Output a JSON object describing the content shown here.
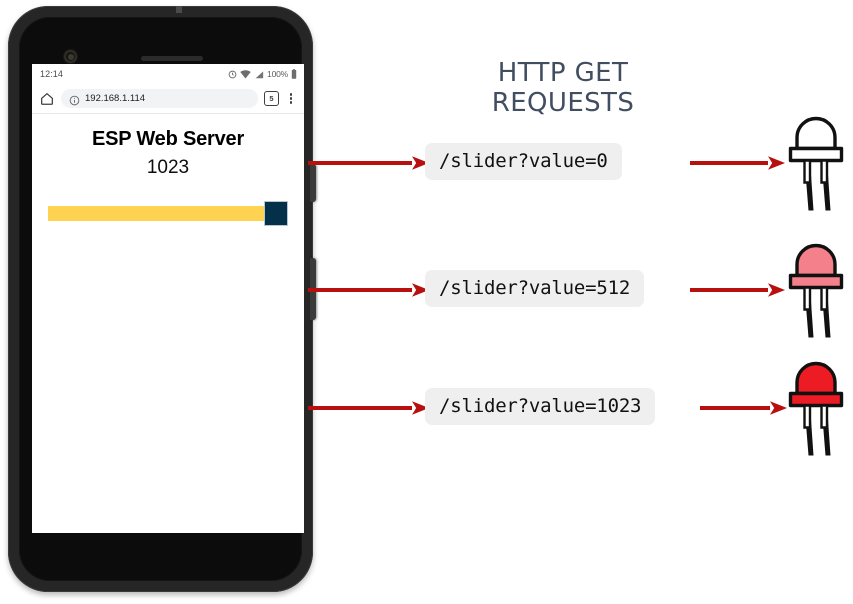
{
  "phone": {
    "status_bar": {
      "time": "12:14",
      "battery_text": "100%",
      "icons": [
        "alarm-icon",
        "wifi-icon",
        "signal-icon",
        "battery-icon"
      ]
    },
    "browser": {
      "home_icon": "home-icon",
      "info_icon": "info-circle-icon",
      "url": "192.168.1.114",
      "tab_count": "5",
      "menu_icon": "overflow-menu-icon"
    },
    "page": {
      "title": "ESP Web Server",
      "slider_value": "1023",
      "slider_min": 0,
      "slider_max": 1023,
      "slider_position_percent": 100,
      "track_color": "#fdd351",
      "thumb_color": "#05304a"
    }
  },
  "diagram": {
    "title": "HTTP GET REQUESTS",
    "title_color": "#414e61",
    "arrow_color": "#b80f0f",
    "pill_bg": "#efefef",
    "rows": [
      {
        "request": "/slider?value=0",
        "led_name": "led-off",
        "led_color": "#ffffff",
        "led_value": 0
      },
      {
        "request": "/slider?value=512",
        "led_name": "led-half",
        "led_color": "#f3808a",
        "led_value": 512
      },
      {
        "request": "/slider?value=1023",
        "led_name": "led-full",
        "led_color": "#ed1c24",
        "led_value": 1023
      }
    ]
  }
}
